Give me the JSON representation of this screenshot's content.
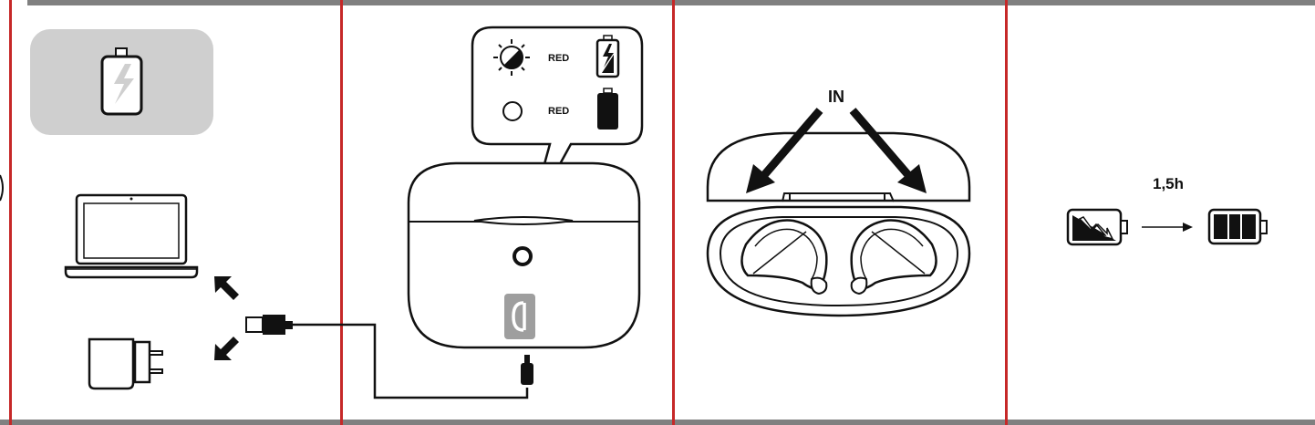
{
  "colors": {
    "divider": "#c62828",
    "frame": "#808080",
    "badge_bg": "#cfcfcf",
    "ink": "#111111",
    "logo_bg": "#9e9e9e"
  },
  "panels": [
    {
      "id": "power-source",
      "icons": [
        "charging-battery-icon",
        "laptop-icon",
        "wall-charger-icon",
        "usb-a-plug-icon"
      ]
    },
    {
      "id": "charging-case",
      "icons": [
        "sun-half-icon",
        "circle-off-icon",
        "battery-charging-icon",
        "battery-full-icon",
        "usb-c-plug-icon",
        "brand-logo-icon"
      ]
    },
    {
      "id": "insert-earbuds",
      "icons": [
        "open-case-icon",
        "earbud-left-icon",
        "earbud-right-icon",
        "arrow-left-icon",
        "arrow-right-icon"
      ]
    },
    {
      "id": "charge-time",
      "icons": [
        "battery-empty-icon",
        "arrow-right-icon",
        "battery-full-icon"
      ]
    }
  ],
  "led_legend": {
    "charging": {
      "state_icon": "sun-half-icon",
      "color_label": "RED",
      "battery_icon": "battery-charging-icon"
    },
    "charged": {
      "state_icon": "circle-off-icon",
      "color_label": "RED",
      "battery_icon": "battery-full-icon"
    }
  },
  "insert": {
    "label": "IN"
  },
  "charge_time": {
    "label": "1,5h"
  }
}
